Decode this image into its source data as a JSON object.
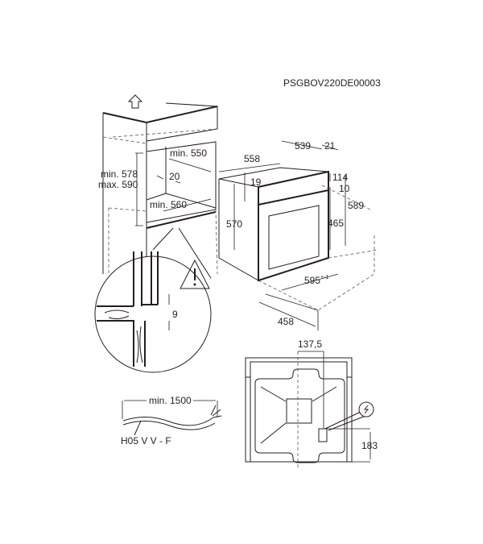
{
  "drawing_code": "PSGBOV220DE00003",
  "cabinet": {
    "min_width": "min. 550",
    "height_min": "min. 578",
    "height_max": "max. 590",
    "gap": "20",
    "min_depth": "min. 560"
  },
  "detail": {
    "gap": "9"
  },
  "oven": {
    "depth_total": "558",
    "depth_body": "539",
    "front_depth": "21",
    "top_offset": "19",
    "panel_height": "114",
    "panel_gap": "10",
    "total_height": "589",
    "body_height": "570",
    "door_height": "465",
    "width": "595",
    "width_tolerance": "+-1",
    "cutout_depth": "458"
  },
  "back_view": {
    "socket_offset_x": "137,5",
    "socket_offset_y": "183"
  },
  "cable": {
    "min_length": "min. 1500",
    "type": "H05 V V - F"
  }
}
